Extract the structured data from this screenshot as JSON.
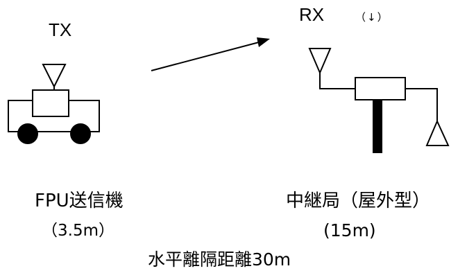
{
  "tx": {
    "label": "TX",
    "name": "FPU送信機",
    "height": "（3.5m）"
  },
  "rx": {
    "label": "RX",
    "note": "（↓）",
    "name": "中継局（屋外型）",
    "height": "(15m)"
  },
  "distance": "水平離隔距離30m",
  "colors": {
    "stroke": "#000000",
    "background": "#ffffff"
  }
}
